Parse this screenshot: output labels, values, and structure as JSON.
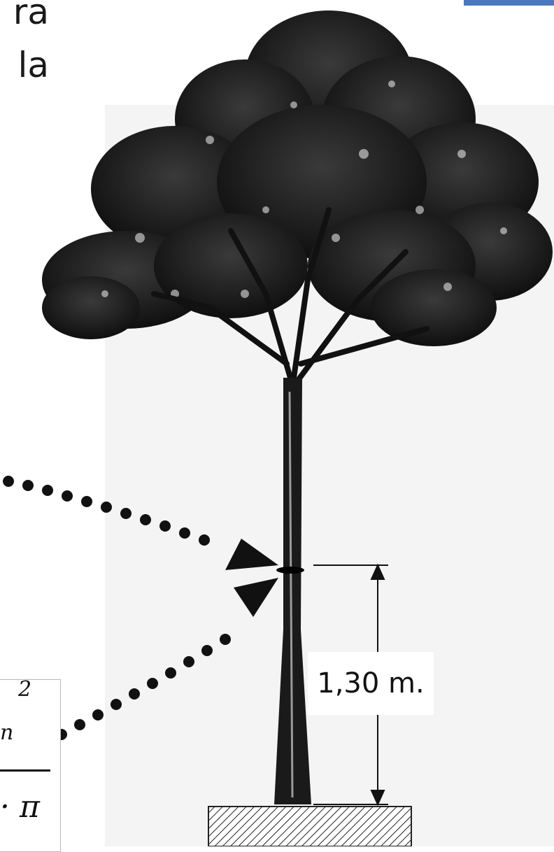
{
  "text_fragments": {
    "line1": "ra",
    "line2": "la"
  },
  "formula": {
    "exponent": "2",
    "subscript_fragment": "n",
    "denominator": "· π"
  },
  "measurement": {
    "label": "1,30 m.",
    "value_m": 1.3
  },
  "colors": {
    "ink": "#111111",
    "accent_bar": "#4a78c0",
    "background_panel": "#f4f4f4"
  },
  "icons": {
    "arrows": [
      "arrow-icon",
      "arrow-icon"
    ],
    "ground": "ground-hatch-icon"
  }
}
